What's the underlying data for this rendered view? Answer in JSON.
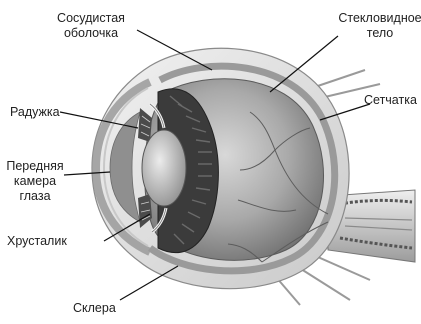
{
  "diagram": {
    "labels": {
      "choroid": "Сосудистая\nоболочка",
      "vitreous": "Стекловидное\nтело",
      "retina": "Сетчатка",
      "iris": "Радужка",
      "anterior_chamber": "Передняя\nкамера\nглаза",
      "lens": "Хрусталик",
      "sclera": "Склера"
    }
  }
}
